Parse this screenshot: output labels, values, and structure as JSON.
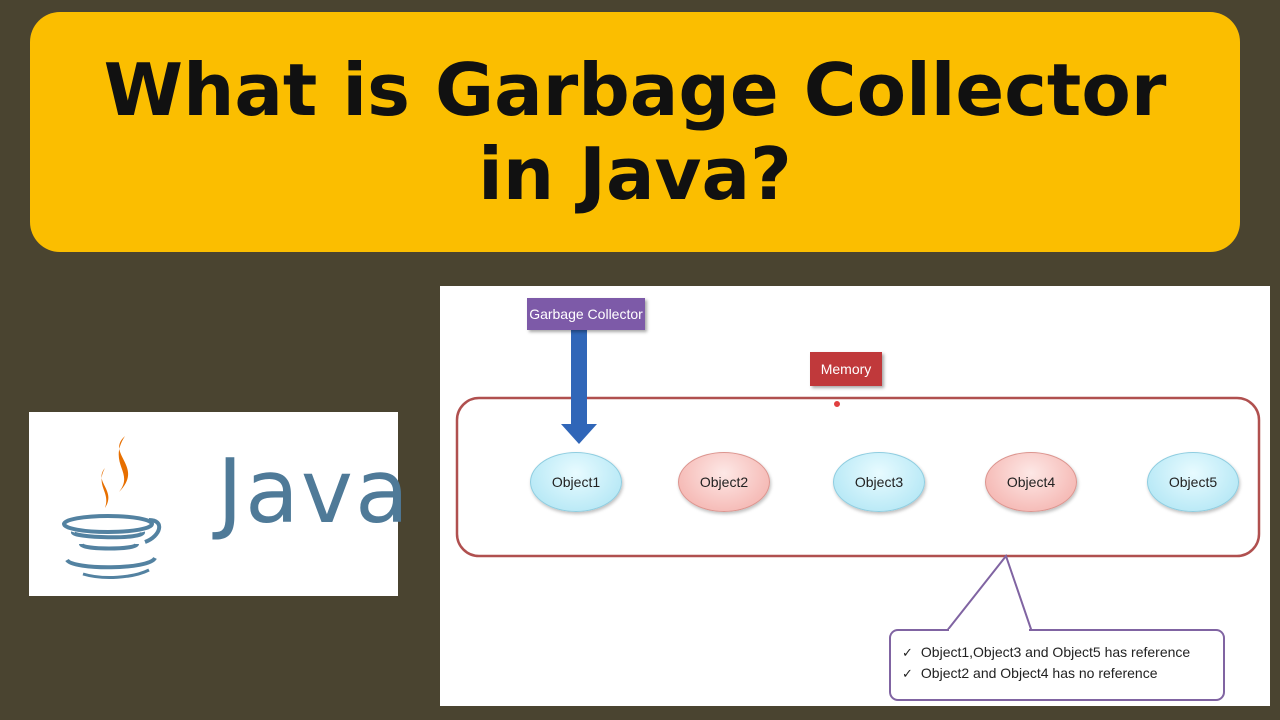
{
  "banner": {
    "line1": "What is Garbage Collector",
    "line2": "in Java?"
  },
  "logo": {
    "word": "Java"
  },
  "diagram": {
    "gc_label": "Garbage Collector",
    "memory_label": "Memory",
    "objects": [
      {
        "label": "Object1",
        "referenced": true
      },
      {
        "label": "Object2",
        "referenced": false
      },
      {
        "label": "Object3",
        "referenced": true
      },
      {
        "label": "Object4",
        "referenced": false
      },
      {
        "label": "Object5",
        "referenced": true
      }
    ],
    "callout": [
      "Object1,Object3 and Object5 has reference",
      "Object2 and Object4 has no reference"
    ]
  },
  "colors": {
    "background": "#4a4430",
    "banner": "#fbbe00",
    "gc_label": "#7d5aa8",
    "memory_label": "#c0393b",
    "memory_border": "#b0504f",
    "arrow": "#3066b8",
    "callout_border": "#8064a2",
    "java_text": "#4f7a98",
    "java_flame": "#e76f00"
  }
}
